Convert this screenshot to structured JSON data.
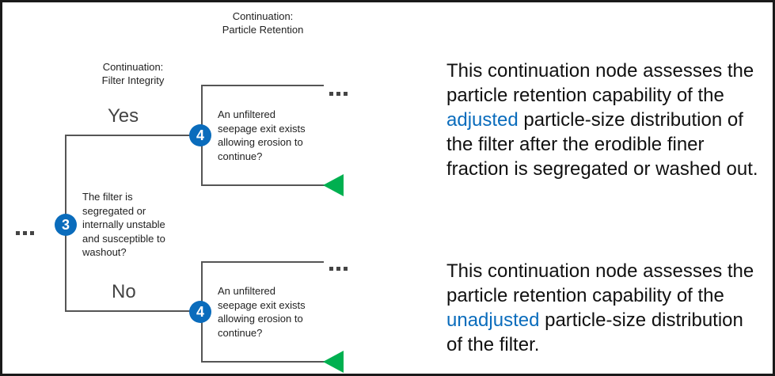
{
  "diagram": {
    "captions": {
      "particle_retention": [
        "Continuation:",
        "Particle Retention"
      ],
      "filter_integrity": [
        "Continuation:",
        "Filter Integrity"
      ]
    },
    "branches": {
      "yes": "Yes",
      "no": "No"
    },
    "nodes": {
      "node3": {
        "number": "3",
        "question": [
          "The filter is",
          "segregated or",
          "internally unstable",
          "and susceptible to",
          "washout?"
        ]
      },
      "node4_top": {
        "number": "4",
        "question": [
          "An unfiltered",
          "seepage exit exists",
          "allowing erosion to",
          "continue?"
        ]
      },
      "node4_bottom": {
        "number": "4",
        "question": [
          "An unfiltered",
          "seepage exit exists",
          "allowing erosion to",
          "continue?"
        ]
      }
    },
    "continuation_markers": {
      "left": "...",
      "top_right": "...",
      "bottom_right": "..."
    },
    "end_markers": {
      "color": "#00b050"
    },
    "badge_color": "#0a6cbc"
  },
  "descriptions": {
    "top": {
      "before": "This continuation node assesses the particle retention capability of the ",
      "highlight": "adjusted",
      "after": " particle-size distribution of the filter after the erodible finer fraction is segregated or washed out."
    },
    "bottom": {
      "before": "This continuation node assesses the particle retention capability of the ",
      "highlight": "unadjusted",
      "after": " particle-size distribution of the filter."
    },
    "highlight_color": "#0a6cbc"
  }
}
